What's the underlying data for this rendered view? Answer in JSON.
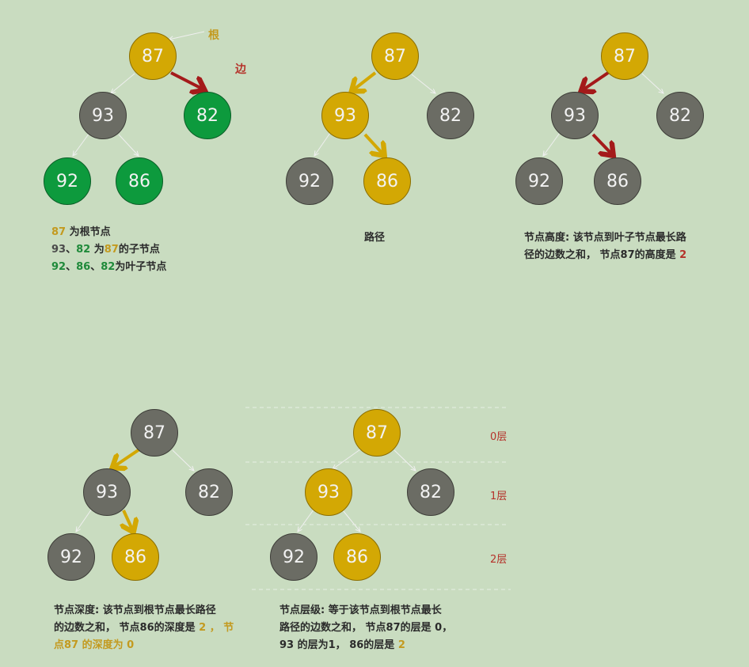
{
  "diagram1": {
    "nodes": [
      "87",
      "93",
      "82",
      "92",
      "86"
    ],
    "root_label": "根",
    "edge_label": "边",
    "caption": {
      "line1": {
        "v1": "87",
        "t1": " 为根节点"
      },
      "line2": {
        "v1": "93",
        "t1": "、",
        "v2": "82",
        "t2": " 为",
        "v3": "87",
        "t3": "的子节点"
      },
      "line3": {
        "v1": "92",
        "t1": "、",
        "v2": "86",
        "t2": "、",
        "v3": "82",
        "t3": "为叶子节点"
      }
    }
  },
  "diagram2": {
    "nodes": [
      "87",
      "93",
      "82",
      "92",
      "86"
    ],
    "caption": "路径"
  },
  "diagram3": {
    "nodes": [
      "87",
      "93",
      "82",
      "92",
      "86"
    ],
    "caption": {
      "line1": "节点高度:  该节点到叶子节点最长路",
      "line2": "径的边数之和，  节点87的高度是 ",
      "value": "2"
    }
  },
  "diagram4": {
    "nodes": [
      "87",
      "93",
      "82",
      "92",
      "86"
    ],
    "caption": {
      "line1": "节点深度:  该节点到根节点最长路径",
      "line2a": "的边数之和，  节点86的深度是 ",
      "value1": "2",
      "sep": " ，  ",
      "line2b": "节",
      "line3a": "点87 的深度为 ",
      "value2": "0"
    }
  },
  "diagram5": {
    "nodes": [
      "87",
      "93",
      "82",
      "92",
      "86"
    ],
    "levels": [
      "0层",
      "1层",
      "2层"
    ],
    "caption": {
      "line1": "节点层级:  等于该节点到根节点最长",
      "line2": "路径的边数之和，  节点87的层是 0，",
      "line3a": "93 的层为1，  86的层是 ",
      "value": "2"
    }
  },
  "colors": {
    "gold": "#d3a804",
    "gray": "#6b6c64",
    "green": "#0d9a3d",
    "red_arrow": "#a41a1a",
    "gold_arrow": "#d3a804",
    "background": "#c9dcc0"
  }
}
